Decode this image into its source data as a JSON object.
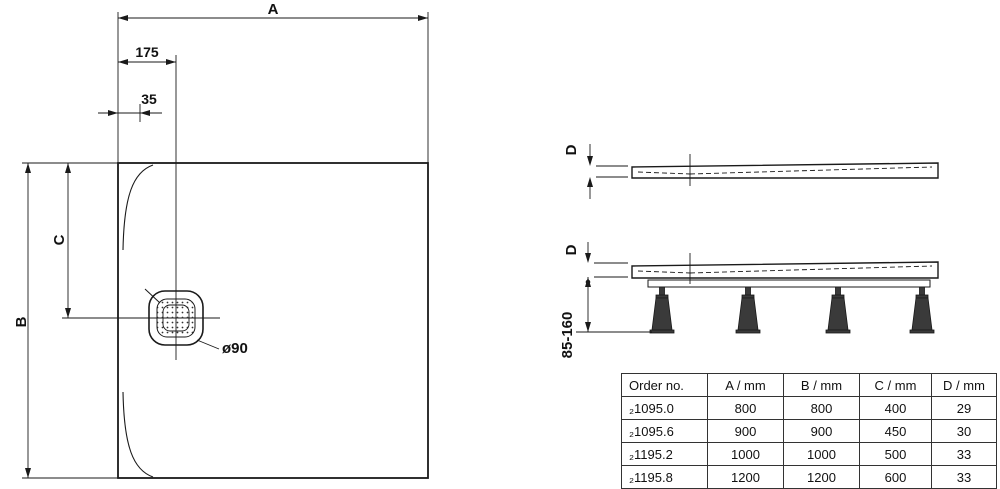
{
  "labels": {
    "a": "A",
    "b": "B",
    "c": "C",
    "offset_175": "175",
    "offset_35": "35",
    "drain": "ø90",
    "d_top": "D",
    "d_bottom": "D",
    "height_range": "85-160"
  },
  "table": {
    "headers": [
      "Order no.",
      "A / mm",
      "B / mm",
      "C / mm",
      "D / mm"
    ],
    "rows": [
      {
        "order": "₂1095.0",
        "a": "800",
        "b": "800",
        "c": "400",
        "d": "29"
      },
      {
        "order": "₂1095.6",
        "a": "900",
        "b": "900",
        "c": "450",
        "d": "30"
      },
      {
        "order": "₂1195.2",
        "a": "1000",
        "b": "1000",
        "c": "500",
        "d": "33"
      },
      {
        "order": "₂1195.8",
        "a": "1200",
        "b": "1200",
        "c": "600",
        "d": "33"
      }
    ]
  },
  "colors": {
    "line": "#1a1a1a",
    "background": "#ffffff",
    "foot_fill": "#3a3a3a"
  }
}
